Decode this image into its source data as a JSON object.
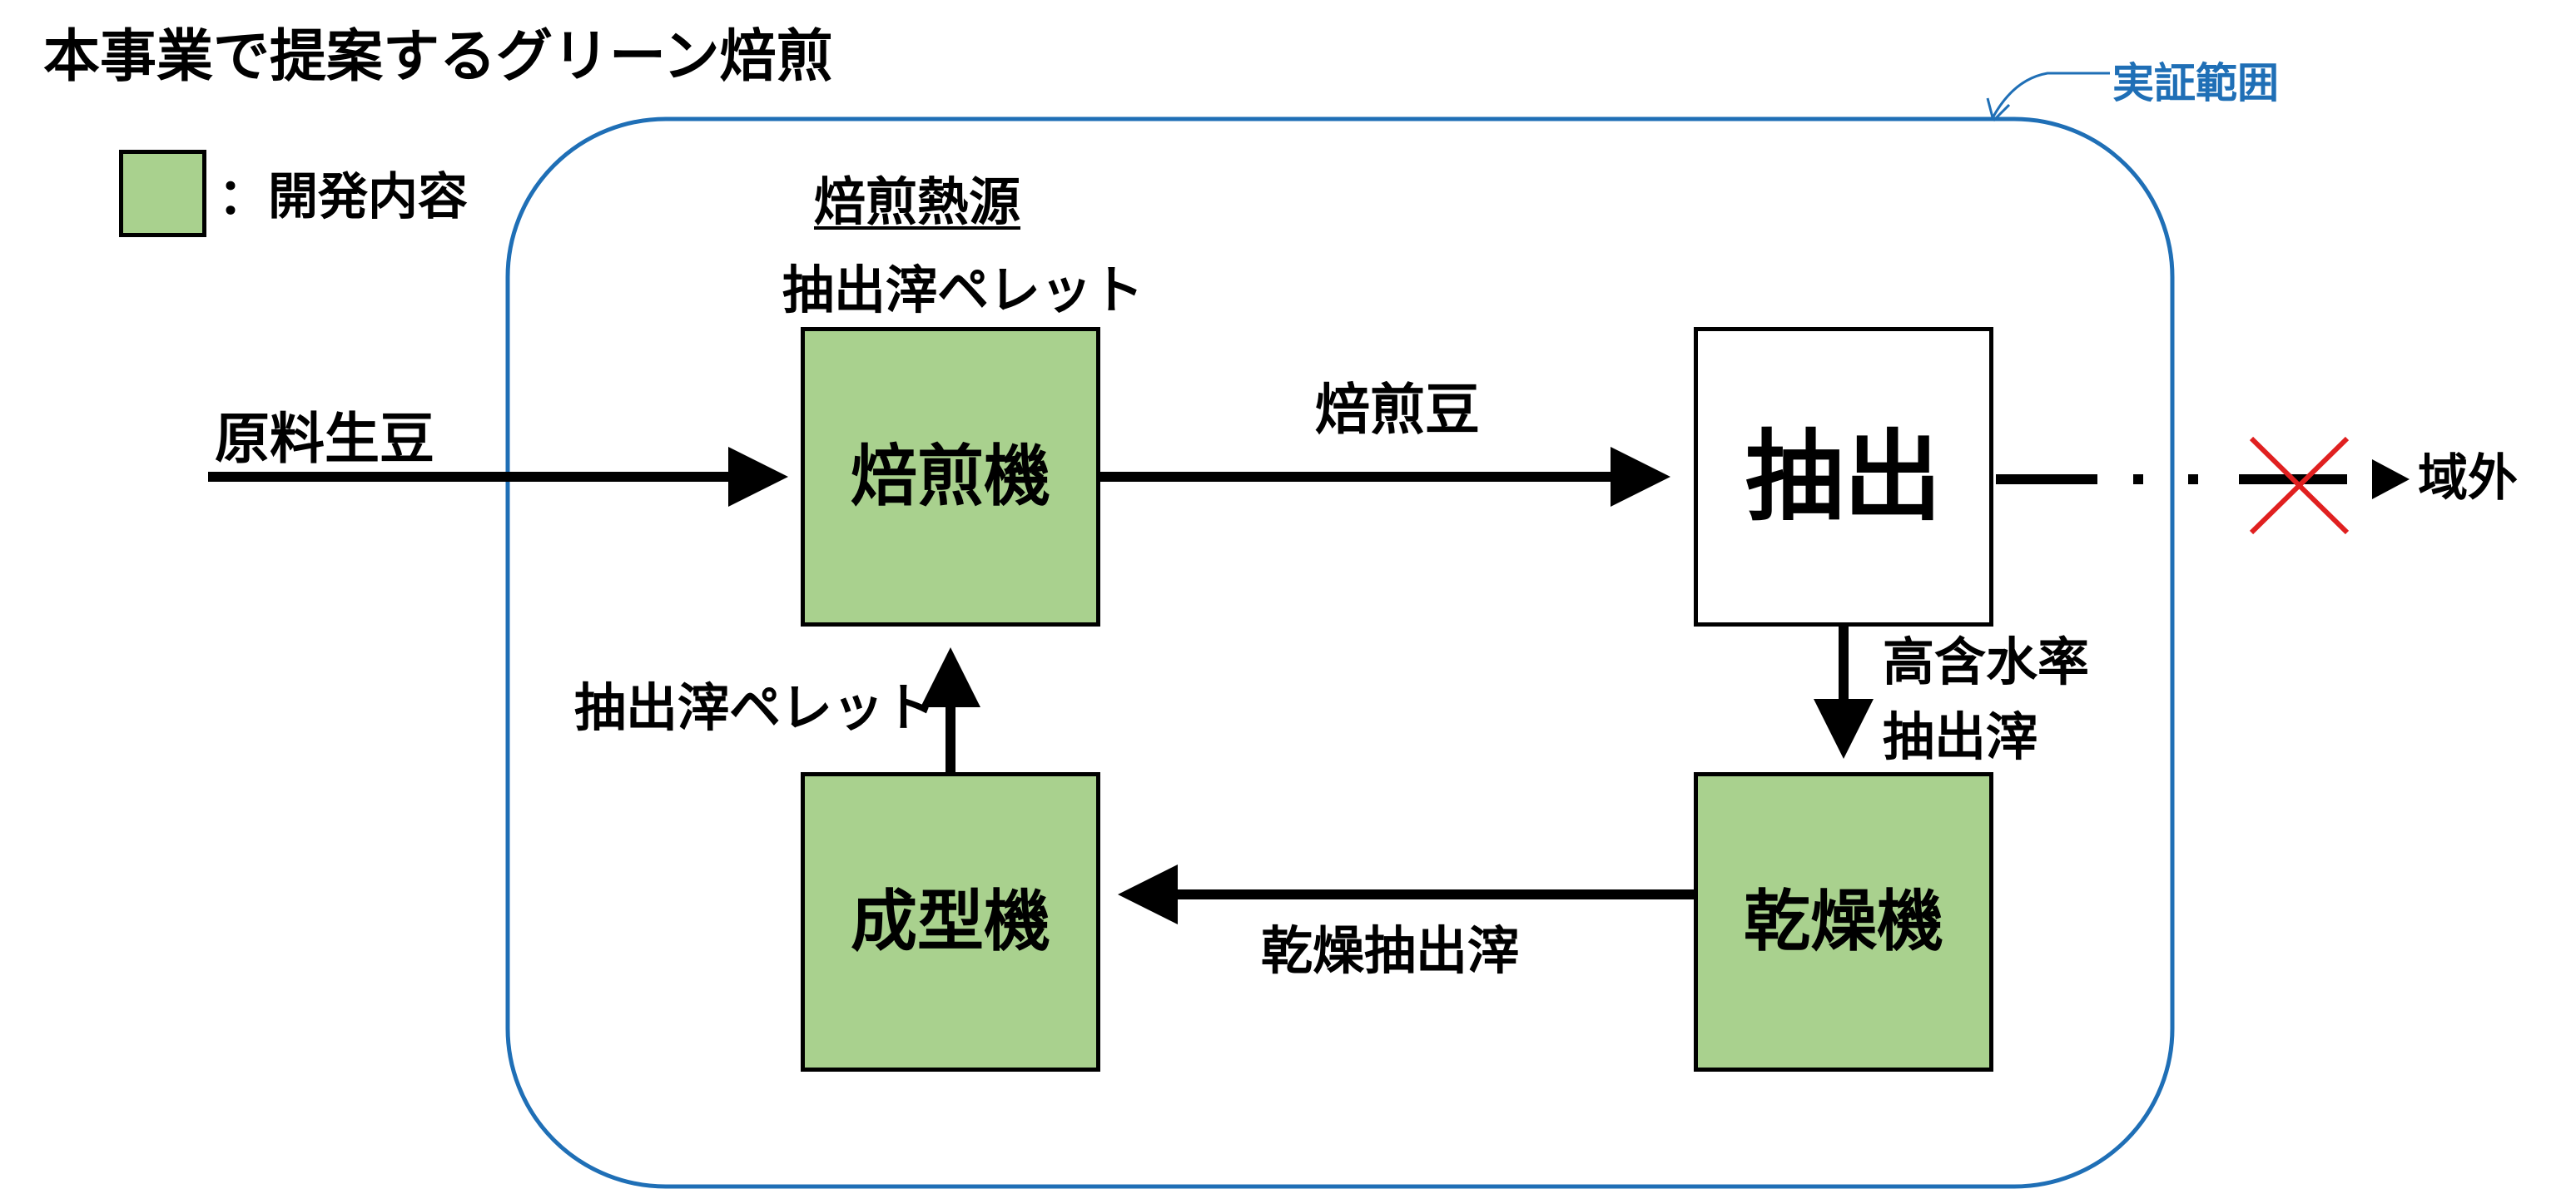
{
  "title": "本事業で提案するグリーン焙煎",
  "legend": {
    "label": "：開発内容",
    "color": "#a9d18e"
  },
  "scope": {
    "label": "実証範囲",
    "color": "#1f6fb6"
  },
  "heat_source": {
    "title": "焙煎熱源",
    "value": "抽出滓ペレット"
  },
  "nodes": {
    "roaster": "焙煎機",
    "extraction": "抽出",
    "molder": "成型機",
    "dryer": "乾燥機"
  },
  "flows": {
    "raw_beans": "原料生豆",
    "roasted_beans": "焙煎豆",
    "pellet_return": "抽出滓ペレット",
    "wet_residue_line1": "高含水率",
    "wet_residue_line2": "抽出滓",
    "dried_residue": "乾燥抽出滓",
    "outside": "域外"
  },
  "colors": {
    "green": "#a9d18e",
    "arrow": "#000000",
    "cross": "#e02020"
  }
}
